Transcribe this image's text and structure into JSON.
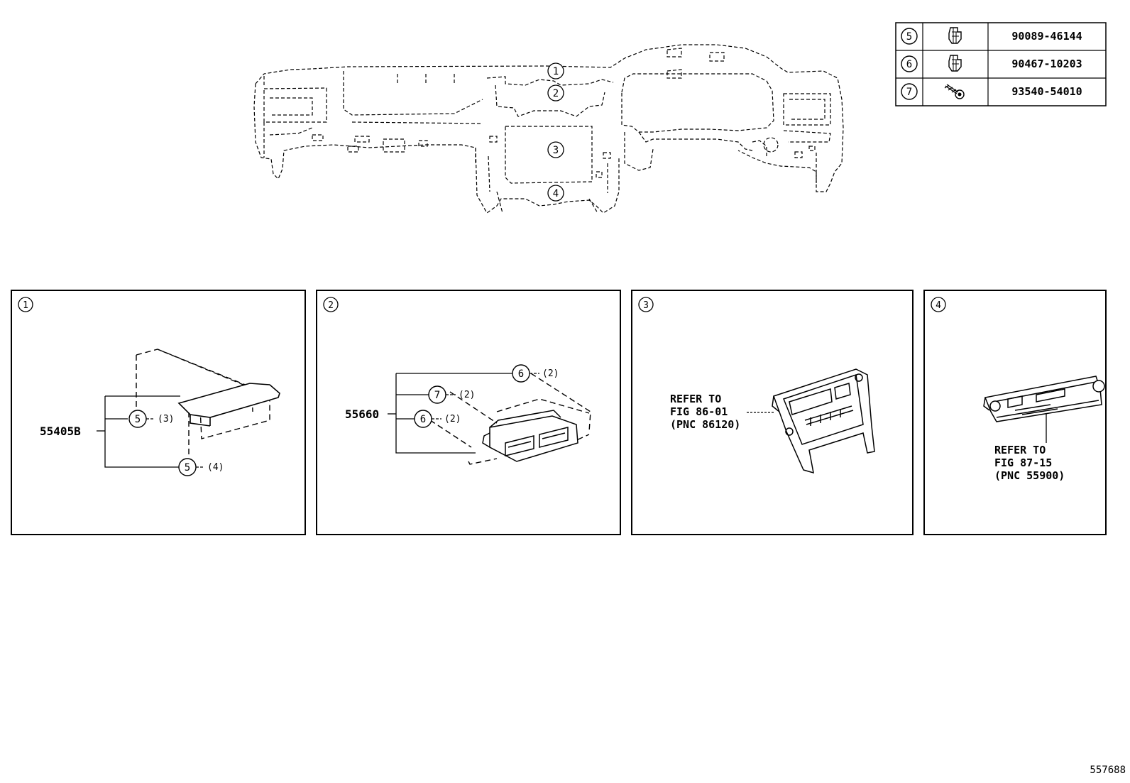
{
  "legend": [
    {
      "ref": "5",
      "part_number": "90089-46144",
      "icon": "clip-icon"
    },
    {
      "ref": "6",
      "part_number": "90467-10203",
      "icon": "clip-icon"
    },
    {
      "ref": "7",
      "part_number": "93540-54010",
      "icon": "screw-icon"
    }
  ],
  "overview": {
    "callouts": [
      "1",
      "2",
      "3",
      "4"
    ]
  },
  "panels": [
    {
      "index": "1",
      "part_code": "55405B",
      "items": [
        {
          "ref": "5",
          "qty": "(3)"
        },
        {
          "ref": "5",
          "qty": "(4)"
        }
      ]
    },
    {
      "index": "2",
      "part_code": "55660",
      "items": [
        {
          "ref": "6",
          "qty": "(2)"
        },
        {
          "ref": "7",
          "qty": "(2)"
        },
        {
          "ref": "6",
          "qty": "(2)"
        }
      ]
    },
    {
      "index": "3",
      "refer": [
        "REFER TO",
        "FIG 86-01",
        "(PNC 86120)"
      ]
    },
    {
      "index": "4",
      "refer": [
        "REFER TO",
        "FIG 87-15",
        "(PNC 55900)"
      ]
    }
  ],
  "figure_id": "557688"
}
